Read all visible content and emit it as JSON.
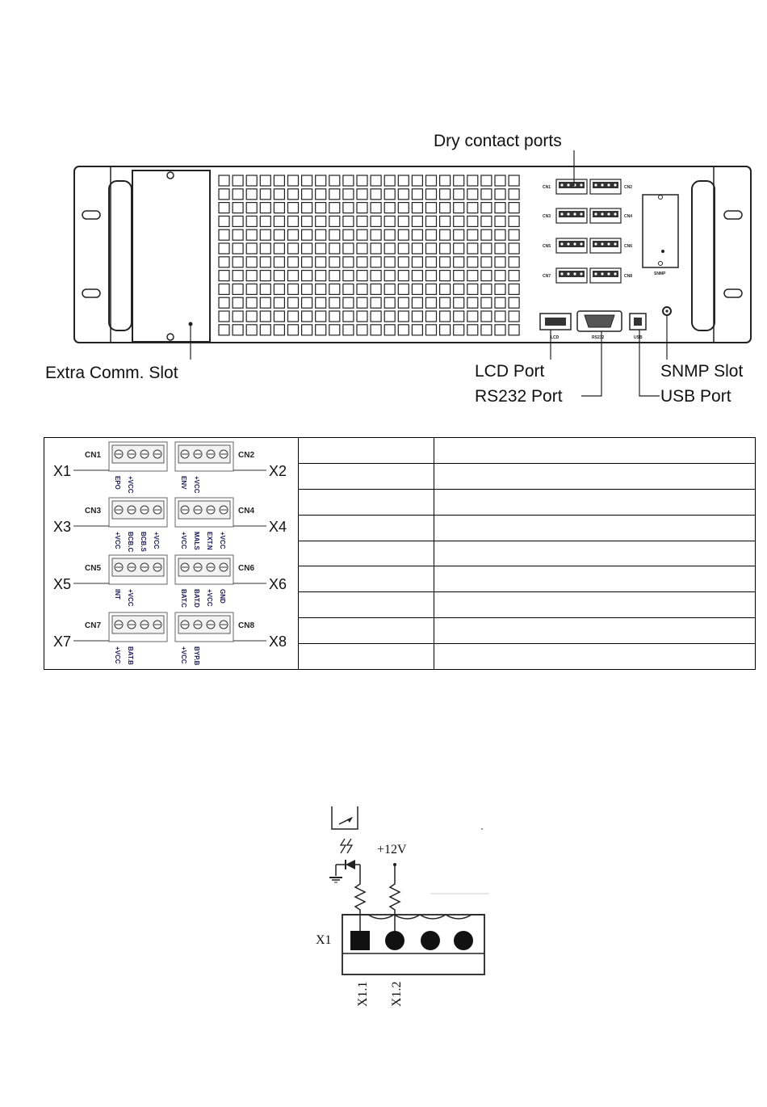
{
  "rear_panel": {
    "callouts": {
      "dry_contact": "Dry contact ports",
      "extra_comm": "Extra Comm. Slot",
      "lcd_port": "LCD Port",
      "rs232_port": "RS232 Port",
      "snmp_slot": "SNMP Slot",
      "usb_port": "USB Port"
    },
    "panel_labels": {
      "lcd": "LCD",
      "rs232": "RS232",
      "usb": "USB",
      "snmp": "SNMP"
    },
    "connectors": [
      "CN1",
      "CN2",
      "CN3",
      "CN4",
      "CN5",
      "CN6",
      "CN7",
      "CN8"
    ]
  },
  "pin_figure": {
    "blocks": [
      {
        "id": "X1",
        "cn": "CN1",
        "pins": [
          "EPO",
          "+VCC"
        ]
      },
      {
        "id": "X2",
        "cn": "CN2",
        "pins": [
          "ENV",
          "+VCC"
        ]
      },
      {
        "id": "X3",
        "cn": "CN3",
        "pins": [
          "+VCC",
          "BCB.C",
          "BCB.S",
          "+VCC"
        ]
      },
      {
        "id": "X4",
        "cn": "CN4",
        "pins": [
          "+VCC",
          "MALS",
          "EXT.N",
          "+VCC"
        ]
      },
      {
        "id": "X5",
        "cn": "CN5",
        "pins": [
          "INT",
          "+VCC"
        ]
      },
      {
        "id": "X6",
        "cn": "CN6",
        "pins": [
          "BAT.C",
          "BAT.D",
          "+VCC",
          "GND"
        ]
      },
      {
        "id": "X7",
        "cn": "CN7",
        "pins": [
          "+VCC",
          "BAT.B"
        ]
      },
      {
        "id": "X8",
        "cn": "CN8",
        "pins": [
          "+VCC",
          "BYP.B"
        ]
      }
    ]
  },
  "pin_table": {
    "rows": [
      [
        "",
        ""
      ],
      [
        "",
        ""
      ],
      [
        "",
        ""
      ],
      [
        "",
        ""
      ],
      [
        "",
        ""
      ],
      [
        "",
        ""
      ],
      [
        "",
        ""
      ],
      [
        "",
        ""
      ],
      [
        "",
        ""
      ]
    ]
  },
  "schematic": {
    "voltage": "+12V",
    "terminal": "X1",
    "pins": [
      "X1.1",
      "X1.2"
    ]
  }
}
